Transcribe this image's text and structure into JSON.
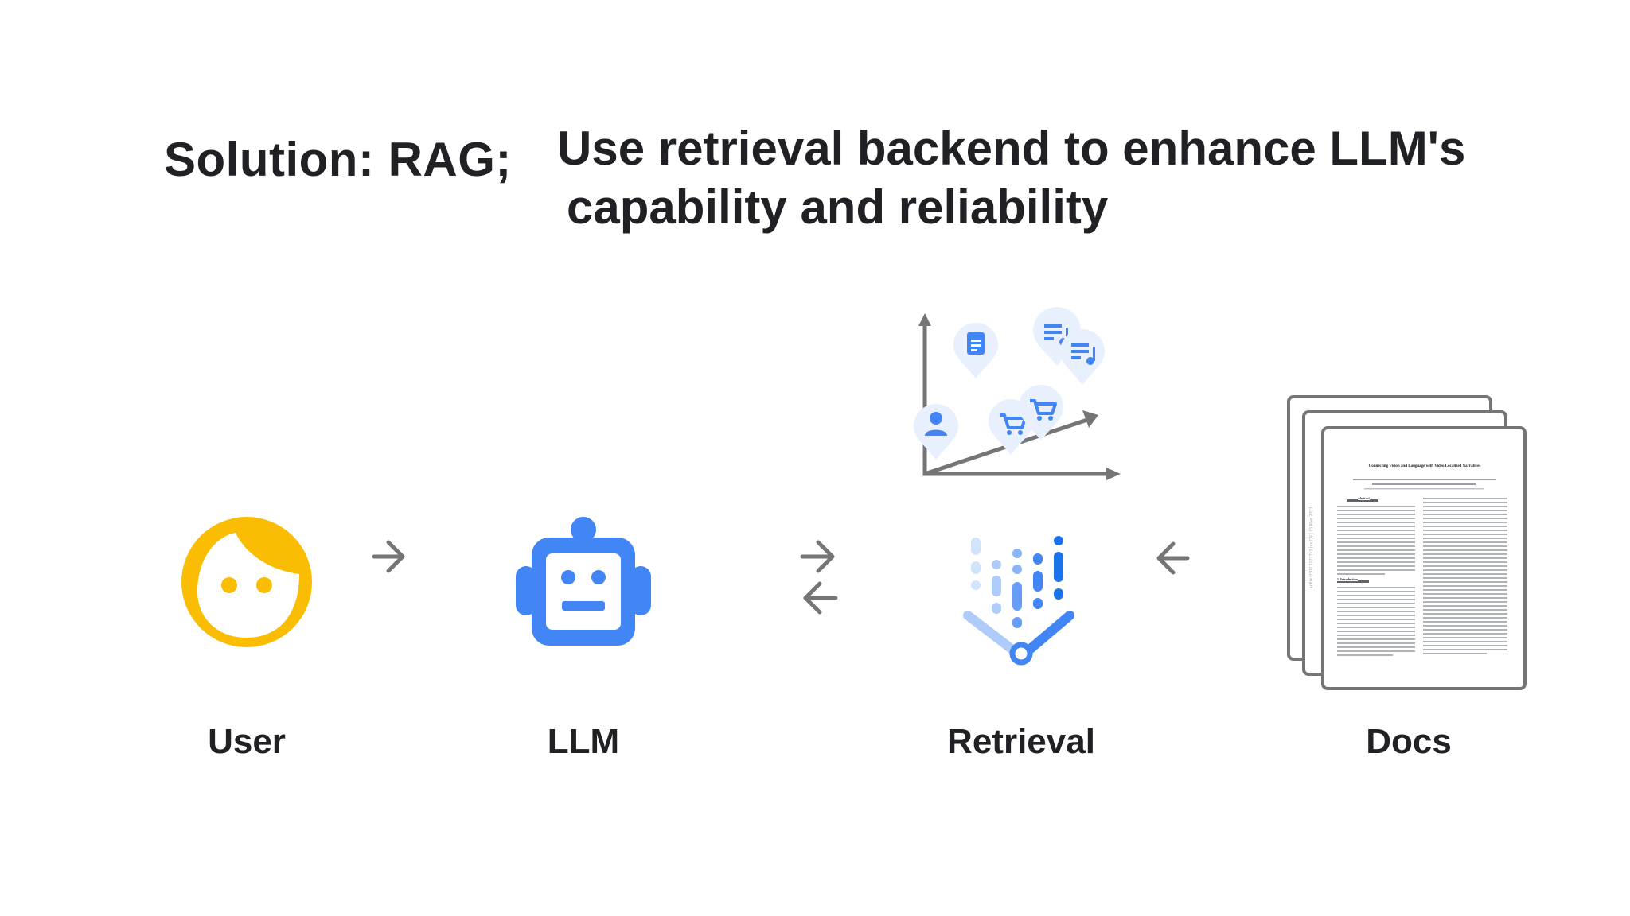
{
  "slide": {
    "heading_prefix": "Solution: RAG;",
    "heading_line1": "Use retrieval backend to enhance LLM's",
    "heading_line2": "capability and reliability"
  },
  "nodes": {
    "user": "User",
    "llm": "LLM",
    "retrieval": "Retrieval",
    "docs": "Docs"
  },
  "doc_paper": {
    "title": "Connecting Vision and Language with Video Localized Narratives",
    "arxiv_stamp": "arXiv:2302.11217v2 [cs.CV] 15 Mar 2023",
    "sections": [
      "Abstract",
      "1. Introduction"
    ]
  },
  "colors": {
    "user_yellow": "#FBBC04",
    "google_blue": "#4285F4",
    "light_blue": "#AECBFA",
    "arrow_gray": "#757575"
  }
}
